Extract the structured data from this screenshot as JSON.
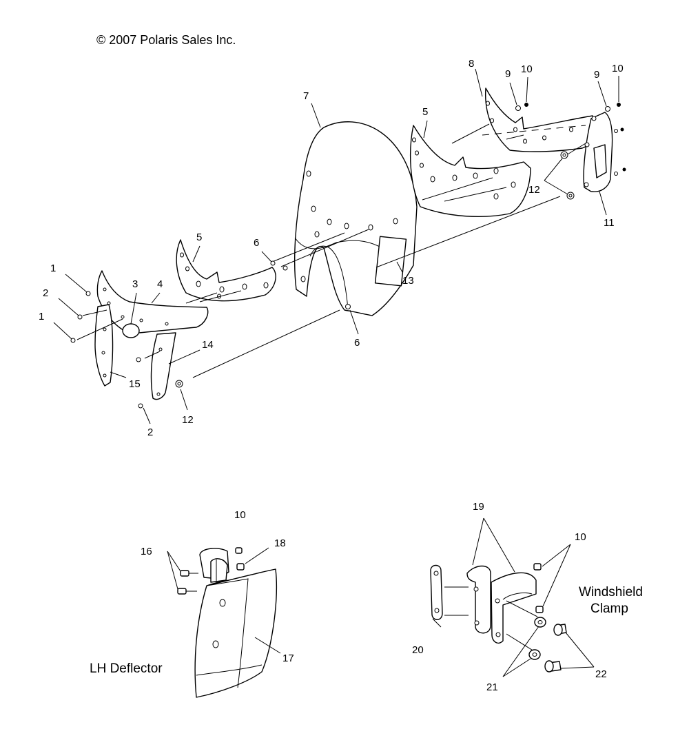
{
  "copyright": "© 2007 Polaris Sales Inc.",
  "captions": {
    "lh_deflector": "LH Deflector",
    "clamp_line1": "Windshield",
    "clamp_line2": "Clamp"
  },
  "callouts": {
    "c1a": "1",
    "c1b": "1",
    "c2a": "2",
    "c2b": "2",
    "c3": "3",
    "c4": "4",
    "c5a": "5",
    "c5b": "5",
    "c6a": "6",
    "c6b": "6",
    "c7": "7",
    "c8": "8",
    "c9a": "9",
    "c9b": "9",
    "c10a": "10",
    "c10b": "10",
    "c10c": "10",
    "c10d": "10",
    "c11": "11",
    "c12a": "12",
    "c12b": "12",
    "c13": "13",
    "c14": "14",
    "c15": "15",
    "c16": "16",
    "c17": "17",
    "c18": "18",
    "c19": "19",
    "c20": "20",
    "c21": "21",
    "c22": "22"
  }
}
